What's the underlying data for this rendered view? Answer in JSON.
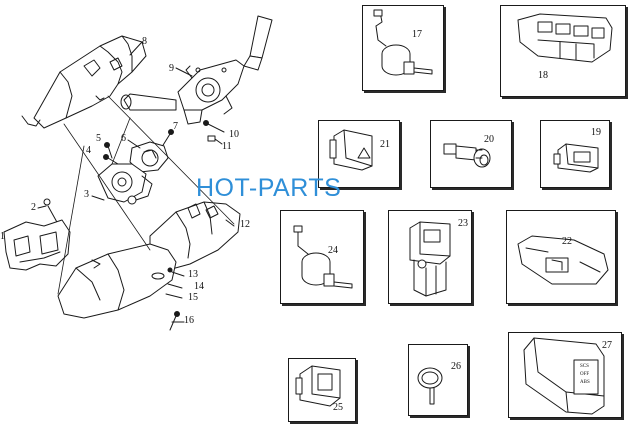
{
  "watermark": {
    "text": "HOT-PARTS",
    "color": "#2f8fd8"
  },
  "stroke_color": "#1a1a1a",
  "exploded_view": {
    "callouts": [
      "8",
      "9",
      "7",
      "10",
      "11",
      "5",
      "6",
      "4",
      "3",
      "2",
      "1",
      "12",
      "13",
      "14",
      "15",
      "16"
    ]
  },
  "part_boxes": [
    {
      "id": "17",
      "label": "17"
    },
    {
      "id": "18",
      "label": "18"
    },
    {
      "id": "21",
      "label": "21"
    },
    {
      "id": "20",
      "label": "20"
    },
    {
      "id": "19",
      "label": "19"
    },
    {
      "id": "24",
      "label": "24"
    },
    {
      "id": "23",
      "label": "23"
    },
    {
      "id": "22",
      "label": "22"
    },
    {
      "id": "25",
      "label": "25"
    },
    {
      "id": "26",
      "label": "26"
    },
    {
      "id": "27",
      "label": "27"
    }
  ],
  "switch_27_text": [
    "SCS",
    "OFF",
    "ABS"
  ]
}
